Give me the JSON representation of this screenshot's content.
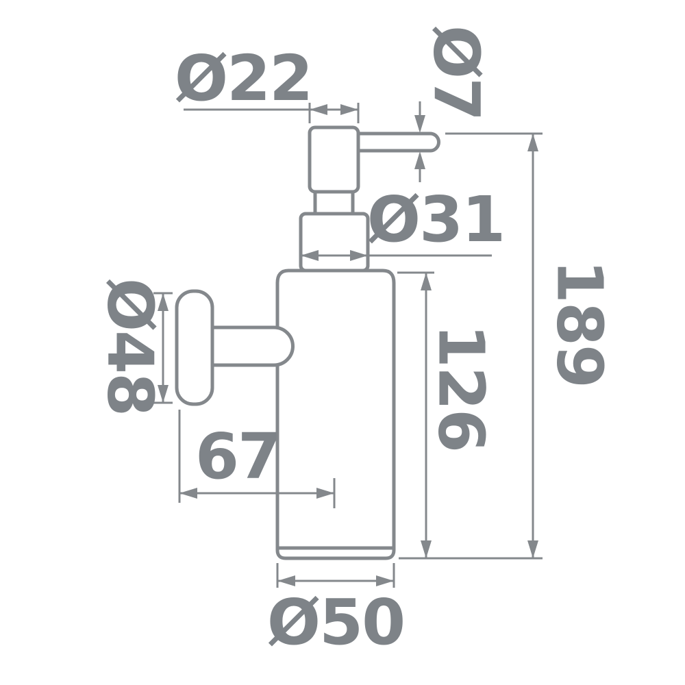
{
  "dimensions": {
    "head": "Ø22",
    "spout": "Ø7",
    "collar": "Ø31",
    "wall_plate": "Ø48",
    "total_height": "189",
    "body_height": "126",
    "wall_offset": "67",
    "body": "Ø50"
  },
  "colors": {
    "line": "#84888c",
    "label": "#7e8388",
    "background": "#ffffff"
  }
}
